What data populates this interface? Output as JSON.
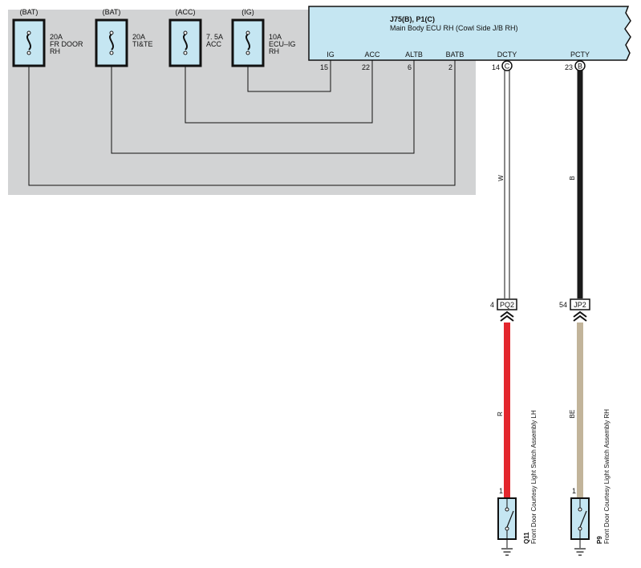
{
  "fuses": [
    {
      "source": "(BAT)",
      "rating": "20A",
      "name_lines": [
        "FR DOOR",
        "RH"
      ]
    },
    {
      "source": "(BAT)",
      "rating": "20A",
      "name_lines": [
        "TI&TE"
      ]
    },
    {
      "source": "(ACC)",
      "rating": "7. 5A",
      "name_lines": [
        "ACC"
      ]
    },
    {
      "source": "(IG)",
      "rating": "10A",
      "name_lines": [
        "ECU–IG",
        "RH"
      ]
    }
  ],
  "ecu": {
    "connector_ref": "J75(B), P1(C)",
    "name": "Main Body ECU RH (Cowl Side J/B RH)",
    "input_pins": [
      {
        "label": "IG",
        "number": "15"
      },
      {
        "label": "ACC",
        "number": "22"
      },
      {
        "label": "ALTB",
        "number": "6"
      },
      {
        "label": "BATB",
        "number": "2"
      }
    ],
    "output_pins": [
      {
        "label": "DCTY",
        "number": "14",
        "connector": "C"
      },
      {
        "label": "PCTY",
        "number": "23",
        "connector": "B"
      }
    ]
  },
  "circuits": [
    {
      "upper_wire_color": "W",
      "junction": {
        "pin": "4",
        "name": "PQ2"
      },
      "lower_wire_color": "R",
      "switch_pin": "1",
      "component_code": "Q11",
      "component_name": "Front Door Courtesy Light Switch Assembly LH"
    },
    {
      "upper_wire_color": "B",
      "junction": {
        "pin": "54",
        "name": "JP2"
      },
      "lower_wire_color": "BE",
      "switch_pin": "1",
      "component_code": "P9",
      "component_name": "Front Door Courtesy Light Switch Assembly RH"
    }
  ],
  "colors": {
    "panel_gray": "#d2d3d4",
    "ecu_fill": "#c5e6f2",
    "fuse_fill": "#c5e6f2",
    "wire_white": "#ffffff",
    "wire_black": "#1a1a1a",
    "wire_red": "#e3262d",
    "wire_beige": "#c2b49a"
  }
}
